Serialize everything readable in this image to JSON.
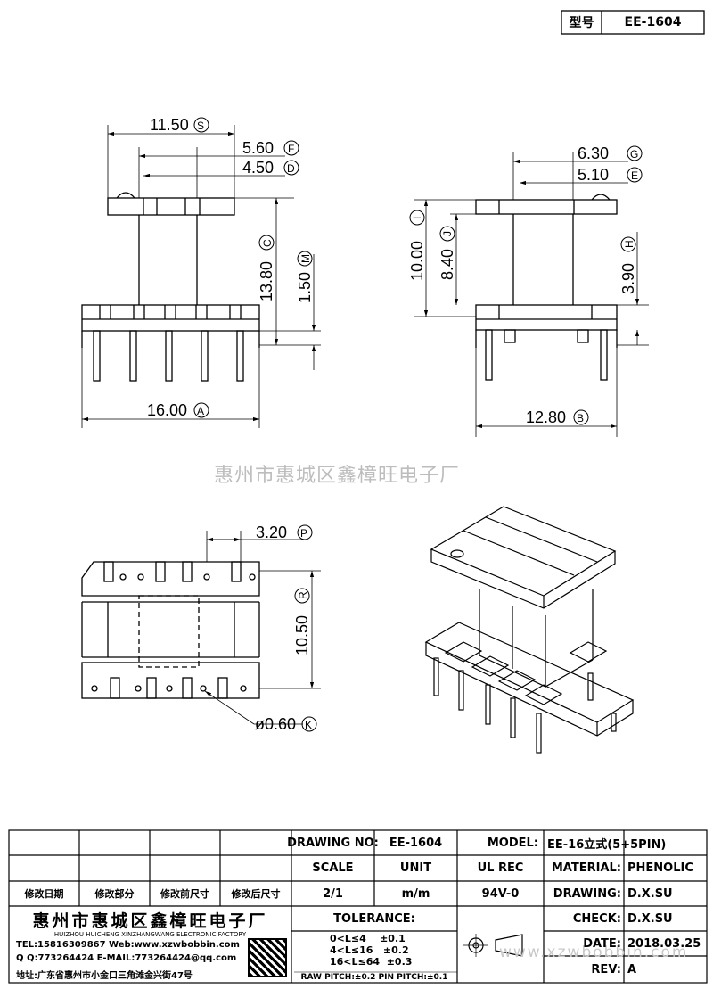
{
  "header": {
    "type_label": "型号",
    "type_value": "EE-1604"
  },
  "watermark": "惠州市惠城区鑫樟旺电子厂",
  "watermark_url": "www.xzwbobbin.com",
  "dimensions": {
    "front": {
      "s": "11.50",
      "f": "5.60",
      "d": "4.50",
      "c": "13.80",
      "m": "1.50",
      "a": "16.00",
      "s_tag": "S",
      "f_tag": "F",
      "d_tag": "D",
      "c_tag": "C",
      "m_tag": "M",
      "a_tag": "A"
    },
    "side": {
      "g": "6.30",
      "e": "5.10",
      "i": "10.00",
      "j": "8.40",
      "h": "3.90",
      "b": "12.80",
      "g_tag": "G",
      "e_tag": "E",
      "i_tag": "I",
      "j_tag": "J",
      "h_tag": "H",
      "b_tag": "B"
    },
    "top": {
      "p": "3.20",
      "r": "10.50",
      "k": "ø0.60",
      "p_tag": "P",
      "r_tag": "R",
      "k_tag": "K"
    }
  },
  "title_block": {
    "revision_headers": [
      "修改日期",
      "修改部分",
      "修改前尺寸",
      "修改后尺寸"
    ],
    "company_name": "惠州市惠城区鑫樟旺电子厂",
    "company_en": "HUIZHOU HUICHENG XINZHANGWANG ELECTRONIC FACTORY",
    "tel_line": "TEL:15816309867 Web:www.xzwbobbin.com",
    "qq_line": "Q Q:773264424 E-MAIL:773264424@qq.com",
    "address_line": "地址:广东省惠州市小金口三角滩金兴街47号",
    "drawing_no_label": "DRAWING NO:",
    "drawing_no": "EE-1604",
    "model_label": "MODEL:",
    "model": "EE-16立式(5+5PIN)",
    "scale_label": "SCALE",
    "unit_label": "UNIT",
    "ul_rec_label": "UL REC",
    "material_label": "MATERIAL:",
    "material": "PHENOLIC",
    "scale": "2/1",
    "unit": "m/m",
    "ul_rec": "94V-0",
    "drawing_label": "DRAWING:",
    "drawing_by": "D.X.SU",
    "tolerance_label": "TOLERANCE:",
    "tolerances": [
      "0<L≤4    ±0.1",
      "4<L≤16   ±0.2",
      "16<L≤64  ±0.3"
    ],
    "pitch_note": "RAW PITCH:±0.2 PIN PITCH:±0.1",
    "check_label": "CHECK:",
    "check_by": "D.X.SU",
    "date_label": "DATE:",
    "date": "2018.03.25",
    "rev_label": "REV:",
    "rev": "A"
  }
}
